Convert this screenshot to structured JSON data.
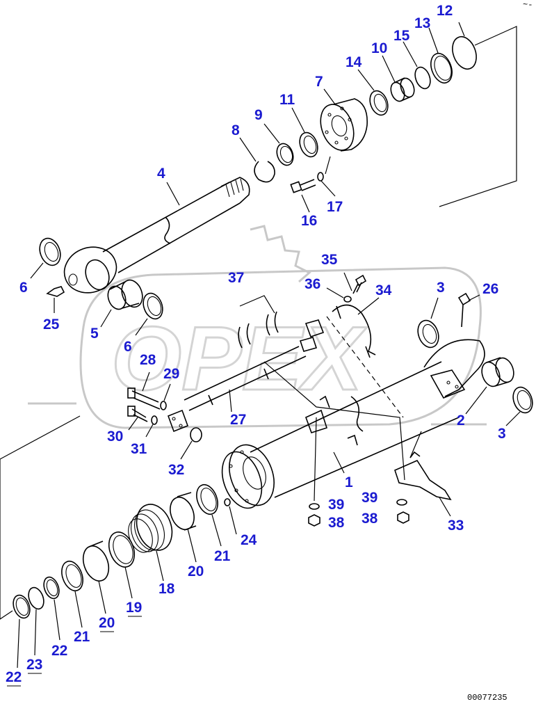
{
  "diagram": {
    "drawing_number": "00077235",
    "corner_mark": "~-",
    "callouts": [
      "12",
      "13",
      "15",
      "10",
      "14",
      "7",
      "11",
      "9",
      "8",
      "4",
      "17",
      "16",
      "6",
      "25",
      "5",
      "6",
      "35",
      "36",
      "34",
      "3",
      "26",
      "37",
      "28",
      "29",
      "30",
      "31",
      "27",
      "32",
      "1",
      "2",
      "3",
      "39",
      "38",
      "39",
      "38",
      "33",
      "24",
      "21",
      "20",
      "18",
      "19",
      "20",
      "21",
      "22",
      "23",
      "22"
    ]
  }
}
